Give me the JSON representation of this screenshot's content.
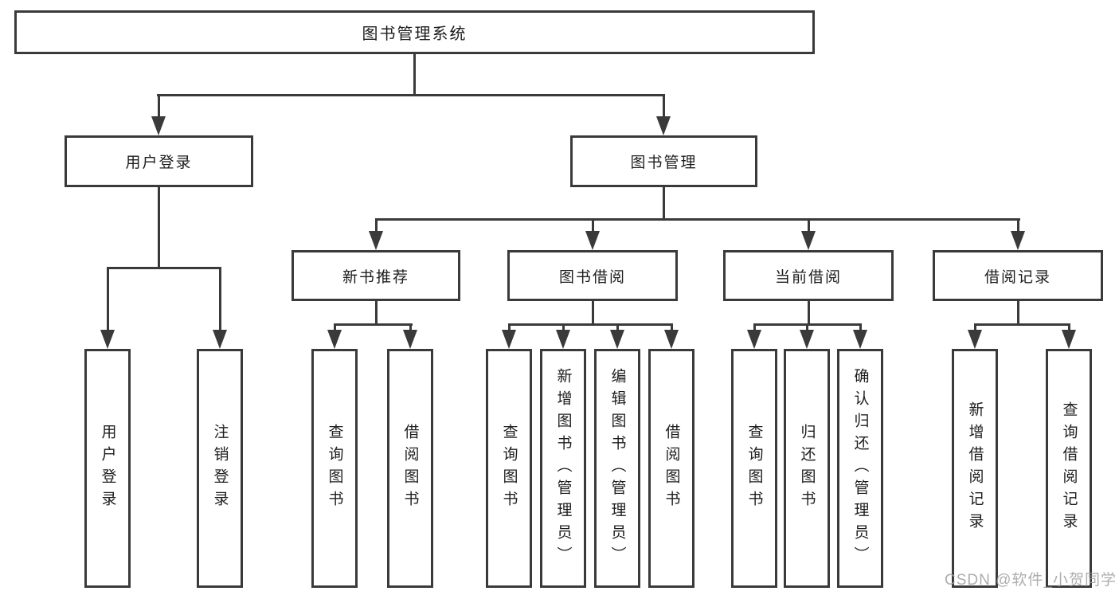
{
  "tree": {
    "label": "图书管理系统",
    "children": [
      {
        "label": "用户登录",
        "children": [
          {
            "label": "用户登录"
          },
          {
            "label": "注销登录"
          }
        ]
      },
      {
        "label": "图书管理",
        "children": [
          {
            "label": "新书推荐",
            "children": [
              {
                "label": "查询图书"
              },
              {
                "label": "借阅图书"
              }
            ]
          },
          {
            "label": "图书借阅",
            "children": [
              {
                "label": "查询图书"
              },
              {
                "label": "新增图书（管理员）"
              },
              {
                "label": "编辑图书（管理员）"
              },
              {
                "label": "借阅图书"
              }
            ]
          },
          {
            "label": "当前借阅",
            "children": [
              {
                "label": "查询图书"
              },
              {
                "label": "归还图书"
              },
              {
                "label": "确认归还（管理员）"
              }
            ]
          },
          {
            "label": "借阅记录",
            "children": [
              {
                "label": "新增借阅记录"
              },
              {
                "label": "查询借阅记录"
              }
            ]
          }
        ]
      }
    ]
  },
  "watermark": {
    "text": "CSDN @软件_小贺同学"
  },
  "colors": {
    "line": "#3a3a3a",
    "box_border": "#3a3a3a",
    "box_background": "#ffffff",
    "text": "#1d1d1d",
    "watermark": "#9f9f9f",
    "background": "#ffffff"
  }
}
